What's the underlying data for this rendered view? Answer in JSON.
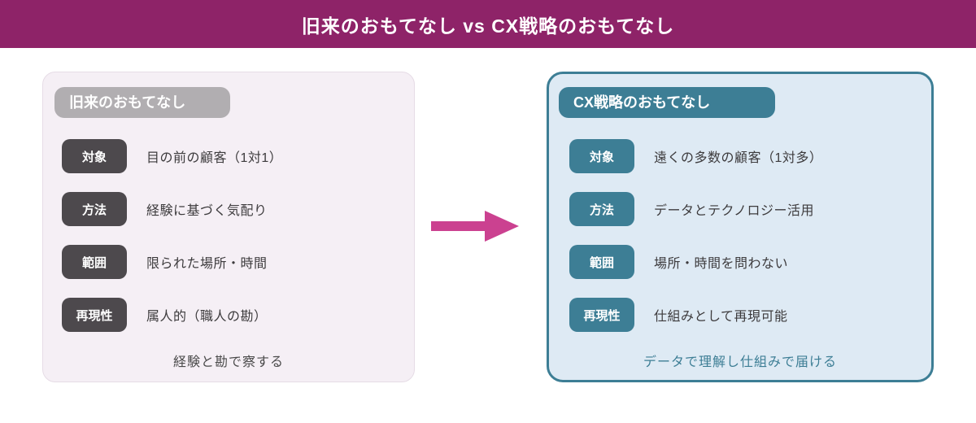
{
  "header": {
    "title": "旧来のおもてなし vs CX戦略のおもてなし"
  },
  "left_panel": {
    "title": "旧来のおもてなし",
    "rows": [
      {
        "label": "対象",
        "text": "目の前の顧客（1対1）"
      },
      {
        "label": "方法",
        "text": "経験に基づく気配り"
      },
      {
        "label": "範囲",
        "text": "限られた場所・時間"
      },
      {
        "label": "再現性",
        "text": "属人的（職人の勘）"
      }
    ],
    "footer": "経験と勘で察する"
  },
  "right_panel": {
    "title": "CX戦略のおもてなし",
    "rows": [
      {
        "label": "対象",
        "text": "遠くの多数の顧客（1対多）"
      },
      {
        "label": "方法",
        "text": "データとテクノロジー活用"
      },
      {
        "label": "範囲",
        "text": "場所・時間を問わない"
      },
      {
        "label": "再現性",
        "text": "仕組みとして再現可能"
      }
    ],
    "footer": "データで理解し仕組みで届ける"
  },
  "arrow": {
    "icon": "right-arrow-icon"
  },
  "colors": {
    "header_bg": "#8e2368",
    "left_panel_bg": "#f5eff5",
    "left_panel_border": "#e6dce6",
    "left_title_badge_bg": "#b1aeb1",
    "left_label_badge_bg": "#4d494d",
    "right_panel_bg": "#deeaf4",
    "right_accent": "#3d7e95",
    "arrow": "#cb4190",
    "text_dark": "#3d3b3d"
  }
}
